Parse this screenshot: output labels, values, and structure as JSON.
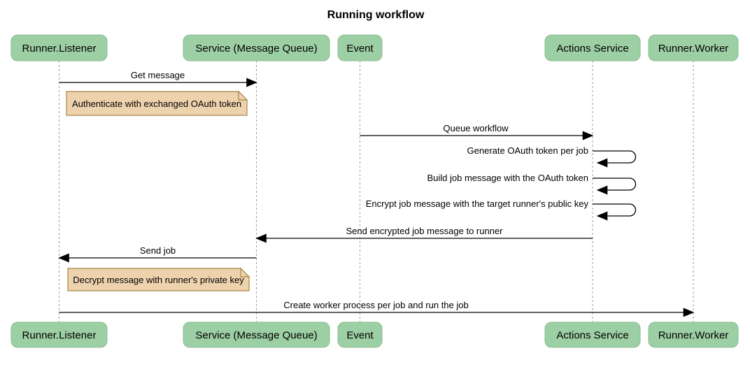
{
  "title": "Running workflow",
  "diagram_type": "sequence",
  "colors": {
    "actor_fill": "#9dcfa4",
    "actor_border": "#8cbd92",
    "note_fill": "#edd2ad",
    "note_border": "#aa8546",
    "lifeline": "#9e9e9e",
    "arrow": "#000000",
    "text": "#000000",
    "background": "#ffffff"
  },
  "participants": [
    {
      "label": "Runner.Listener"
    },
    {
      "label": "Service (Message Queue)"
    },
    {
      "label": "Event"
    },
    {
      "label": "Actions Service"
    },
    {
      "label": "Runner.Worker"
    }
  ],
  "messages": [
    {
      "type": "arrow",
      "from": "Runner.Listener",
      "to": "Service (Message Queue)",
      "label": "Get message"
    },
    {
      "type": "note",
      "over": "Runner.Listener / Service (Message Queue)",
      "label": "Authenticate with exchanged OAuth token"
    },
    {
      "type": "arrow",
      "from": "Event",
      "to": "Actions Service",
      "label": "Queue workflow"
    },
    {
      "type": "self",
      "actor": "Actions Service",
      "label": "Generate OAuth token per job"
    },
    {
      "type": "self",
      "actor": "Actions Service",
      "label": "Build job message with the OAuth token"
    },
    {
      "type": "self",
      "actor": "Actions Service",
      "label": "Encrypt job message with the target runner's public key"
    },
    {
      "type": "arrow",
      "from": "Actions Service",
      "to": "Service (Message Queue)",
      "label": "Send encrypted job message to runner"
    },
    {
      "type": "arrow",
      "from": "Service (Message Queue)",
      "to": "Runner.Listener",
      "label": "Send job"
    },
    {
      "type": "note",
      "over": "Runner.Listener / Service (Message Queue)",
      "label": "Decrypt message with runner's private key"
    },
    {
      "type": "arrow",
      "from": "Runner.Listener",
      "to": "Runner.Worker",
      "label": "Create worker process per job and run the job"
    }
  ]
}
